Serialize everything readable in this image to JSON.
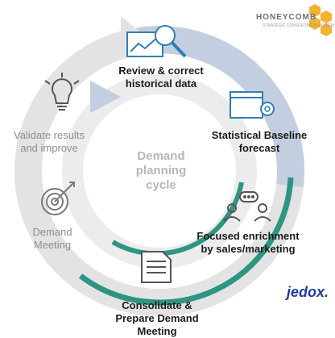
{
  "center_label": [
    "Demand",
    "planning",
    "cycle"
  ],
  "steps": [
    {
      "label": [
        "Review & correct",
        "historical data"
      ],
      "icon": "chart-magnifier-icon"
    },
    {
      "label": [
        "Statistical Baseline",
        "forecast"
      ],
      "icon": "window-gear-icon"
    },
    {
      "label": [
        "Focused enrichment",
        "by sales/marketing"
      ],
      "icon": "people-chat-icon"
    },
    {
      "label": [
        "Consolidate &",
        "Prepare Demand",
        "Meeting"
      ],
      "icon": "document-icon"
    },
    {
      "label": [
        "Demand",
        "Meeting"
      ],
      "icon": "target-arrow-icon"
    },
    {
      "label": [
        "Validate results",
        "and improve"
      ],
      "icon": "lightbulb-icon"
    }
  ],
  "logos": {
    "honeycomb": "HONEYCOMB",
    "honeycomb_tagline": "STRATEGIC CONSULTING & SYSTEM",
    "jedox": "jedox."
  },
  "colors": {
    "ring_grey": "#e3e3e3",
    "ring_blue": "#c3cfe0",
    "ring_teal": "#2e9484",
    "icon_blue": "#2f7fb5",
    "text_dark": "#1b1b1b",
    "text_grey": "#8e8e8e",
    "honeycomb_gold": "#f2b233",
    "jedox_blue": "#1f3e97"
  }
}
